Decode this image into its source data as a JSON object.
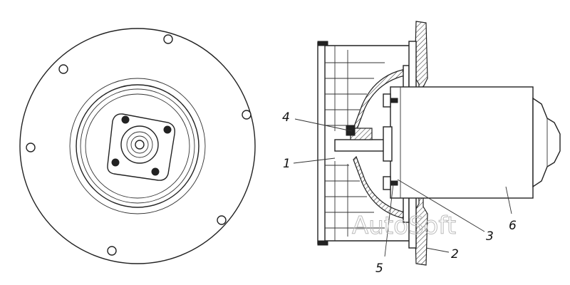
{
  "callouts": {
    "c1": "1",
    "c2": "2",
    "c3": "3",
    "c4": "4",
    "c5": "5",
    "c6": "6"
  },
  "watermark": "AutoSoft"
}
